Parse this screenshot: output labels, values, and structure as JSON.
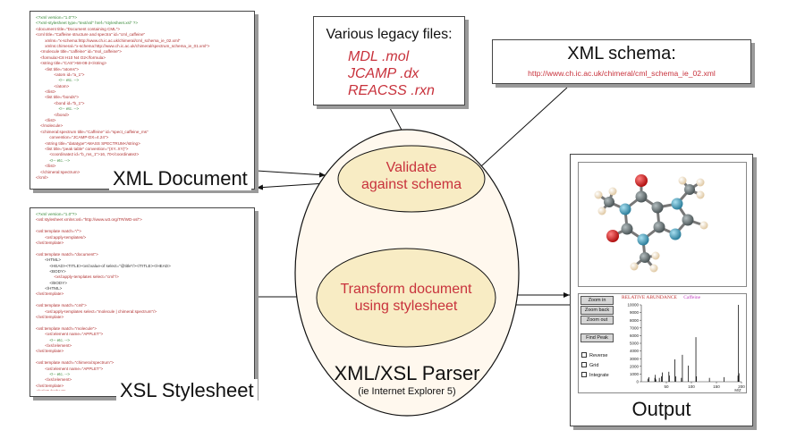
{
  "xml_document": {
    "title": "XML Document",
    "code_lines": [
      {
        "text": "<?xml version=\"1.0\"?>",
        "c": 0
      },
      {
        "text": "<?xml-stylesheet type=\"text/xsl\" href=\"stylesheet.xsl\" ?>",
        "c": 0
      },
      {
        "text": "<document title=\"Document containing CML\">",
        "c": 1
      },
      {
        "text": "<cml title=\"Caffeine structure and spectra\" id=\"cml_caffeine\"",
        "c": 1
      },
      {
        "text": "        xmlns=\"x-schema:http://www.ch.ic.ac.uk/chimeral/cml_schema_ie_02.xml\"",
        "c": 1
      },
      {
        "text": "        xmlns:chimeral=\"x-schema:http://www.ch.ic.ac.uk/chimeral/spectrum_schema_ie_01.xml\">",
        "c": 1
      },
      {
        "text": "    <molecule title=\"caffeine\" id=\"mol_caffeine\">",
        "c": 1
      },
      {
        "text": "    <formula>C8 H10 N4 O2</formula>",
        "c": 1
      },
      {
        "text": "    <string title=\"CAS\">58-08-2</string>",
        "c": 1
      },
      {
        "text": "        <list title=\"atoms\">",
        "c": 1
      },
      {
        "text": "                <atom id=\"a_1\">",
        "c": 1
      },
      {
        "text": "                    <!-- etc. -->",
        "c": 0
      },
      {
        "text": "                </atom>",
        "c": 1
      },
      {
        "text": "        </list>",
        "c": 1
      },
      {
        "text": "        <list title=\"bonds\">",
        "c": 1
      },
      {
        "text": "                <bond id=\"b_1\">",
        "c": 1
      },
      {
        "text": "                    <!-- etc. -->",
        "c": 0
      },
      {
        "text": "                </bond>",
        "c": 1
      },
      {
        "text": "        </list>",
        "c": 1
      },
      {
        "text": "    </molecule>",
        "c": 1
      },
      {
        "text": "    <chimeral:spectrum title=\"Caffeine\" id=\"spect_caffeine_ms\"",
        "c": 1
      },
      {
        "text": "            convention=\"JCAMP-DX=4.24\">",
        "c": 1
      },
      {
        "text": "        <string title=\"datatype\">MASS SPECTRUM</string>",
        "c": 1
      },
      {
        "text": "        <list title=\"peak table\" convention=\"(XY..XY)\">",
        "c": 1
      },
      {
        "text": "            <coordinate2 id=\"b_ms_1\">16, 70</coordinate2>",
        "c": 1
      },
      {
        "text": "            <!-- etc. -->",
        "c": 0
      },
      {
        "text": "        </list>",
        "c": 1
      },
      {
        "text": "    </chimeral:spectrum>",
        "c": 1
      },
      {
        "text": "</cml>",
        "c": 1
      }
    ]
  },
  "xsl_stylesheet": {
    "title": "XSL Stylesheet",
    "code_lines": [
      {
        "text": "<?xml version=\"1.0\"?>",
        "c": 0
      },
      {
        "text": "<xsl:stylesheet xmlns:xsl=\"http://www.w3.org/TR/WD-xsl\">",
        "c": 1
      },
      {
        "text": "",
        "c": 2
      },
      {
        "text": "<xsl:template match=\"/\">",
        "c": 1
      },
      {
        "text": "        <xsl:apply-templates/>",
        "c": 1
      },
      {
        "text": "</xsl:template>",
        "c": 1
      },
      {
        "text": "",
        "c": 2
      },
      {
        "text": "<xsl:template match=\"document\">",
        "c": 1
      },
      {
        "text": "        <HTML>",
        "c": 2
      },
      {
        "text": "            <HEAD><TITLE><xsl:value-of select=\"@title\"/></TITLE></HEAD>",
        "c": 2
      },
      {
        "text": "            <BODY>",
        "c": 2
      },
      {
        "text": "                <xsl:apply-templates select=\"cml\"/>",
        "c": 1
      },
      {
        "text": "            </BODY>",
        "c": 2
      },
      {
        "text": "        </HTML>",
        "c": 2
      },
      {
        "text": "</xsl:template>",
        "c": 1
      },
      {
        "text": "",
        "c": 2
      },
      {
        "text": "<xsl:template match=\"cml\">",
        "c": 1
      },
      {
        "text": "        <xsl:apply-templates select=\"molecule | chimeral:spectrum\"/>",
        "c": 1
      },
      {
        "text": "</xsl:template>",
        "c": 1
      },
      {
        "text": "",
        "c": 2
      },
      {
        "text": "<xsl:template match=\"molecule\">",
        "c": 1
      },
      {
        "text": "        <xsl:element name=\"APPLET\">",
        "c": 1
      },
      {
        "text": "            <!-- etc. -->",
        "c": 0
      },
      {
        "text": "        </xsl:element>",
        "c": 1
      },
      {
        "text": "</xsl:template>",
        "c": 1
      },
      {
        "text": "",
        "c": 2
      },
      {
        "text": "<xsl:template match=\"chimeral:spectrum\">",
        "c": 1
      },
      {
        "text": "        <xsl:element name=\"APPLET\">",
        "c": 1
      },
      {
        "text": "            <!-- etc. -->",
        "c": 0
      },
      {
        "text": "        </xsl:element>",
        "c": 1
      },
      {
        "text": "</xsl:template>",
        "c": 1
      },
      {
        "text": "</xsl:stylesheet>",
        "c": 1
      }
    ]
  },
  "legacy_files": {
    "heading": "Various legacy files:",
    "files": [
      "MDL .mol",
      "JCAMP .dx",
      "REACSS .rxn"
    ]
  },
  "schema": {
    "heading": "XML schema:",
    "url": "http://www.ch.ic.ac.uk/chimeral/cml_schema_ie_02.xml"
  },
  "parser": {
    "validate_label_1": "Validate",
    "validate_label_2": "against schema",
    "transform_label_1": "Transform document",
    "transform_label_2": "using stylesheet",
    "title": "XML/XSL Parser",
    "subtitle": "(ie Internet Explorer 5)"
  },
  "output": {
    "heading": "Output",
    "spectrum_applet": {
      "buttons": [
        "Zoom in",
        "Zoom back",
        "Zoom out",
        "Find Peak"
      ],
      "checkboxes": [
        "Reverse",
        "Grid",
        "Integrate"
      ],
      "header": "RELATIVE ABUNDANCE",
      "compound": "Caffeine",
      "y_ticks": [
        "10000",
        "9000",
        "8000",
        "7000",
        "6000",
        "5000",
        "4000",
        "3000",
        "2000",
        "1000",
        "0"
      ],
      "x_ticks": [
        "50",
        "100",
        "150",
        "200"
      ],
      "x_unit": "M/Z",
      "peaks": [
        {
          "mz": 13,
          "i": 400
        },
        {
          "mz": 15,
          "i": 600
        },
        {
          "mz": 27,
          "i": 500
        },
        {
          "mz": 28,
          "i": 900
        },
        {
          "mz": 29,
          "i": 300
        },
        {
          "mz": 36,
          "i": 500
        },
        {
          "mz": 40,
          "i": 700
        },
        {
          "mz": 42,
          "i": 1200
        },
        {
          "mz": 55,
          "i": 1300
        },
        {
          "mz": 56,
          "i": 800
        },
        {
          "mz": 67,
          "i": 2900
        },
        {
          "mz": 69,
          "i": 700
        },
        {
          "mz": 80,
          "i": 500
        },
        {
          "mz": 82,
          "i": 3500
        },
        {
          "mz": 94,
          "i": 2100
        },
        {
          "mz": 109,
          "i": 5800
        },
        {
          "mz": 110,
          "i": 700
        },
        {
          "mz": 136,
          "i": 500
        },
        {
          "mz": 165,
          "i": 600
        },
        {
          "mz": 193,
          "i": 800
        },
        {
          "mz": 194,
          "i": 10000
        },
        {
          "mz": 195,
          "i": 1100
        }
      ]
    }
  }
}
